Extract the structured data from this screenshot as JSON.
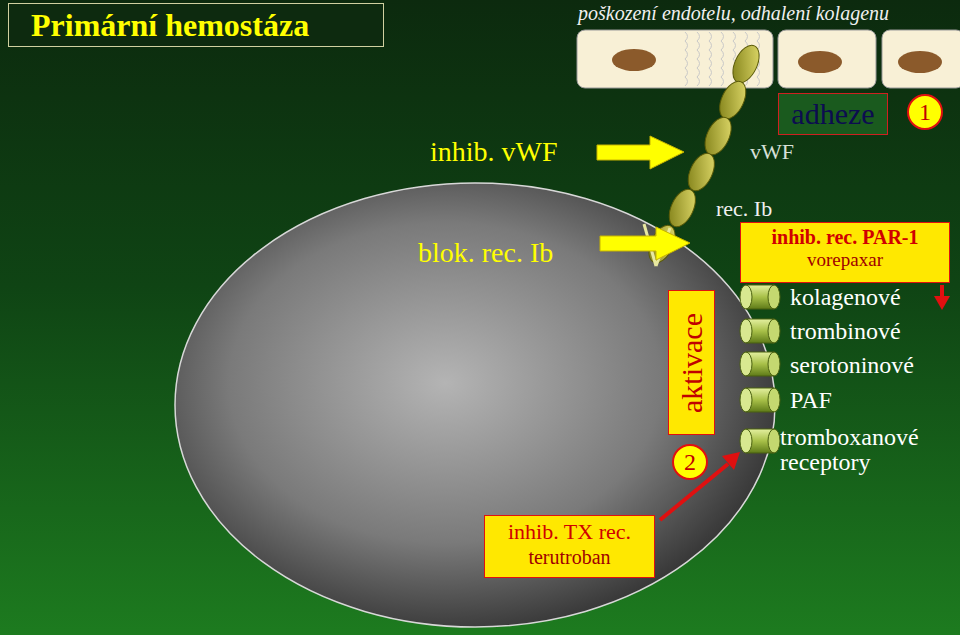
{
  "diagram": {
    "title": "Primární hemostáza",
    "nodes": [
      {
        "text": [
          "adheze"
        ]
      },
      {
        "text": [
          "1"
        ]
      },
      {
        "text": [
          "inhib. rec. PAR-1",
          "vorepaxar"
        ]
      },
      {
        "text": [
          "aktivace"
        ]
      },
      {
        "text": [
          "2"
        ]
      },
      {
        "text": [
          "inhib. TX rec.",
          "terutroban"
        ]
      }
    ],
    "labels": [
      "poškození endotelu, odhalení kolagenu",
      "vWF",
      "inhib. vWF",
      "rec. Ib",
      "blok. rec. Ib",
      "kolagenové",
      "trombinové",
      "serotoninové",
      "PAF",
      "tromboxanové receptory"
    ]
  }
}
